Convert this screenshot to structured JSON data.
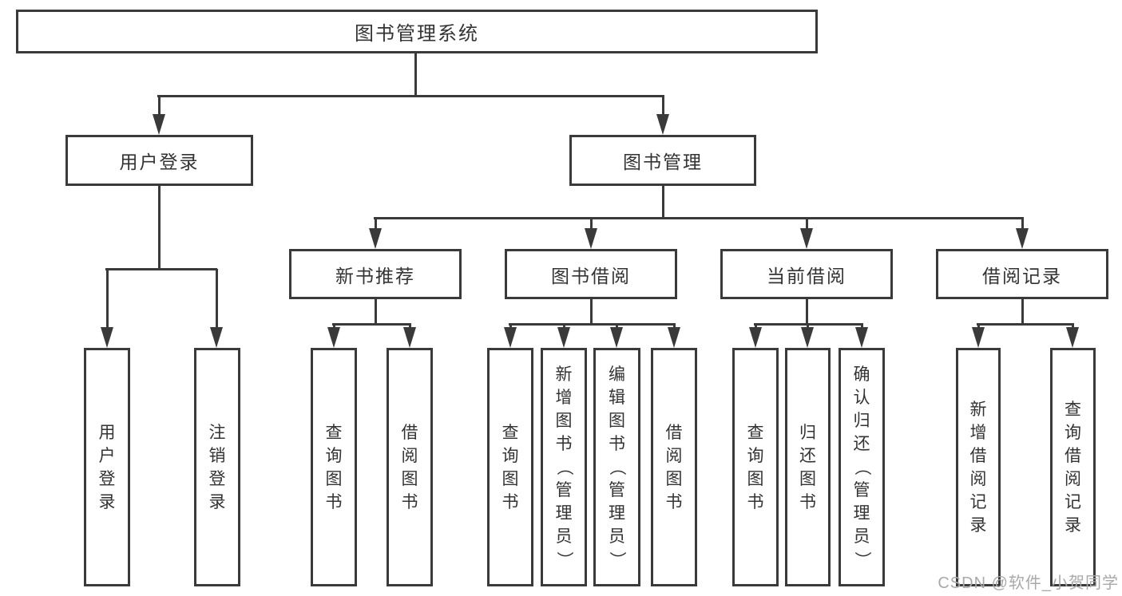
{
  "diagram": {
    "title": "图书管理系统",
    "nodes": [
      {
        "id": "root",
        "label": "图书管理系统",
        "level": 1,
        "orientation": "horizontal"
      },
      {
        "id": "user-login",
        "label": "用户登录",
        "level": 2,
        "orientation": "horizontal"
      },
      {
        "id": "book-mgmt",
        "label": "图书管理",
        "level": 2,
        "orientation": "horizontal"
      },
      {
        "id": "new-books",
        "label": "新书推荐",
        "level": 3,
        "orientation": "horizontal"
      },
      {
        "id": "book-borrow",
        "label": "图书借阅",
        "level": 3,
        "orientation": "horizontal"
      },
      {
        "id": "current-borrow",
        "label": "当前借阅",
        "level": 3,
        "orientation": "horizontal"
      },
      {
        "id": "borrow-records",
        "label": "借阅记录",
        "level": 3,
        "orientation": "horizontal"
      },
      {
        "id": "leaf-user-login",
        "label": "用户登录",
        "level": 4,
        "orientation": "vertical"
      },
      {
        "id": "leaf-logout",
        "label": "注销登录",
        "level": 4,
        "orientation": "vertical"
      },
      {
        "id": "leaf-query-books-new",
        "label": "查询图书",
        "level": 4,
        "orientation": "vertical"
      },
      {
        "id": "leaf-borrow-books-new",
        "label": "借阅图书",
        "level": 4,
        "orientation": "vertical"
      },
      {
        "id": "leaf-query-books-borrow",
        "label": "查询图书",
        "level": 4,
        "orientation": "vertical"
      },
      {
        "id": "leaf-add-books",
        "label": "新增图书（管理员）",
        "level": 4,
        "orientation": "vertical"
      },
      {
        "id": "leaf-edit-books",
        "label": "编辑图书（管理员）",
        "level": 4,
        "orientation": "vertical"
      },
      {
        "id": "leaf-borrow-books-borrow",
        "label": "借阅图书",
        "level": 4,
        "orientation": "vertical"
      },
      {
        "id": "leaf-query-books-current",
        "label": "查询图书",
        "level": 4,
        "orientation": "vertical"
      },
      {
        "id": "leaf-return-books",
        "label": "归还图书",
        "level": 4,
        "orientation": "vertical"
      },
      {
        "id": "leaf-confirm-return",
        "label": "确认归还（管理员）",
        "level": 4,
        "orientation": "vertical"
      },
      {
        "id": "leaf-add-record",
        "label": "新增借阅记录",
        "level": 4,
        "orientation": "vertical"
      },
      {
        "id": "leaf-query-record",
        "label": "查询借阅记录",
        "level": 4,
        "orientation": "vertical"
      }
    ],
    "edges": [
      {
        "from": "root",
        "to": [
          "user-login",
          "book-mgmt"
        ]
      },
      {
        "from": "user-login",
        "to": [
          "leaf-user-login",
          "leaf-logout"
        ]
      },
      {
        "from": "book-mgmt",
        "to": [
          "new-books",
          "book-borrow",
          "current-borrow",
          "borrow-records"
        ]
      },
      {
        "from": "new-books",
        "to": [
          "leaf-query-books-new",
          "leaf-borrow-books-new"
        ]
      },
      {
        "from": "book-borrow",
        "to": [
          "leaf-query-books-borrow",
          "leaf-add-books",
          "leaf-edit-books",
          "leaf-borrow-books-borrow"
        ]
      },
      {
        "from": "current-borrow",
        "to": [
          "leaf-query-books-current",
          "leaf-return-books",
          "leaf-confirm-return"
        ]
      },
      {
        "from": "borrow-records",
        "to": [
          "leaf-add-record",
          "leaf-query-record"
        ]
      }
    ]
  },
  "watermark": {
    "text": "CSDN @软件_小贺同学"
  },
  "colors": {
    "line": "#3a3a3a",
    "text": "#333333",
    "watermark": "#a9a9a9",
    "background": "#ffffff"
  }
}
